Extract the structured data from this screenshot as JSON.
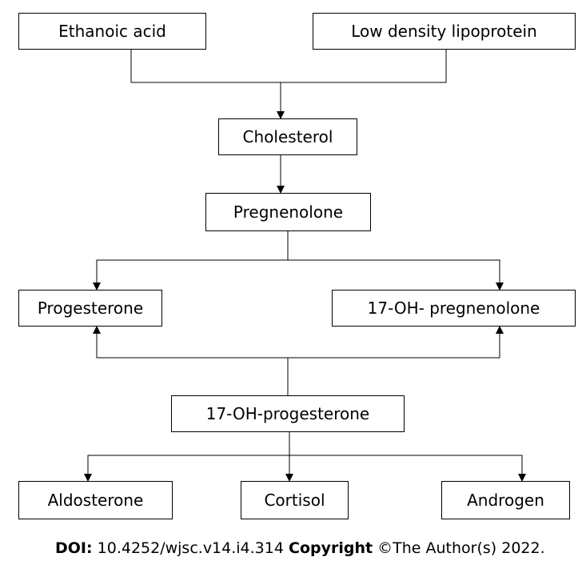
{
  "diagram": {
    "nodes": {
      "ethanoic_acid": "Ethanoic acid",
      "ldl": "Low density lipoprotein",
      "cholesterol": "Cholesterol",
      "pregnenolone": "Pregnenolone",
      "progesterone": "Progesterone",
      "oh17_pregnenolone": "17-OH- pregnenolone",
      "oh17_progesterone": "17-OH-progesterone",
      "aldosterone": "Aldosterone",
      "cortisol": "Cortisol",
      "androgen": "Androgen"
    },
    "edges": [
      {
        "from": "ethanoic_acid",
        "to": "cholesterol"
      },
      {
        "from": "ldl",
        "to": "cholesterol"
      },
      {
        "from": "cholesterol",
        "to": "pregnenolone"
      },
      {
        "from": "pregnenolone",
        "to": "progesterone"
      },
      {
        "from": "pregnenolone",
        "to": "oh17_pregnenolone"
      },
      {
        "from": "oh17_progesterone",
        "to": "progesterone"
      },
      {
        "from": "oh17_progesterone",
        "to": "oh17_pregnenolone"
      },
      {
        "from": "oh17_progesterone",
        "to": "aldosterone"
      },
      {
        "from": "oh17_progesterone",
        "to": "cortisol"
      },
      {
        "from": "oh17_progesterone",
        "to": "androgen"
      }
    ]
  },
  "footer": {
    "doi_label": "DOI:",
    "doi_value": "10.4252/wjsc.v14.i4.314",
    "copyright_label": "Copyright",
    "copyright_text": "©The Author(s) 2022."
  }
}
